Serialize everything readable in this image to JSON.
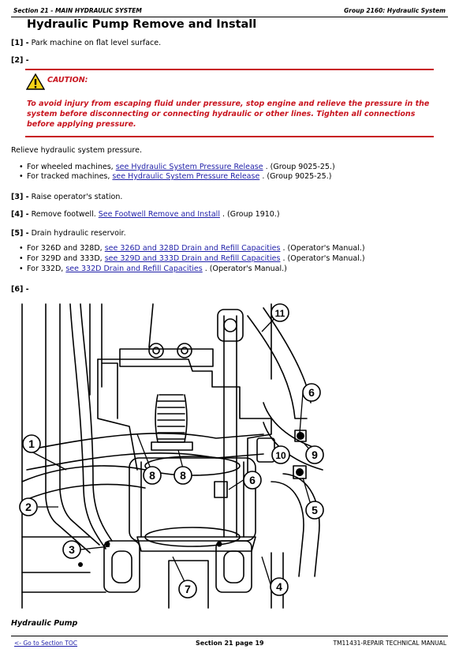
{
  "header": {
    "section": "Section 21 - MAIN HYDRAULIC SYSTEM",
    "group": "Group 2160: Hydraulic System"
  },
  "title": "Hydraulic Pump Remove and Install",
  "steps": {
    "s1": {
      "num": "[1] -",
      "text": " Park machine on flat level surface."
    },
    "s2": {
      "num": "[2] -"
    },
    "s3": {
      "num": "[3] -",
      "text": " Raise operator's station."
    },
    "s4": {
      "num": "[4] -",
      "text": " Remove footwell. ",
      "link": "See Footwell Remove and Install",
      "suffix": " . (Group 1910.)"
    },
    "s5": {
      "num": "[5] -",
      "text": " Drain hydraulic reservoir."
    },
    "s6": {
      "num": "[6] -"
    }
  },
  "caution": {
    "label": "CAUTION:",
    "text": "To avoid injury from escaping fluid under pressure, stop engine and relieve the pressure in the system before disconnecting or connecting hydraulic or other lines. Tighten all connections before applying pressure."
  },
  "relieve": "Relieve hydraulic system pressure.",
  "relieve_items": [
    {
      "pre": "For wheeled machines, ",
      "link": "see Hydraulic System Pressure Release",
      "post": " . (Group 9025-25.)"
    },
    {
      "pre": "For tracked machines, ",
      "link": "see Hydraulic System Pressure Release",
      "post": " . (Group 9025-25.)"
    }
  ],
  "drain_items": [
    {
      "pre": "For 326D and 328D, ",
      "link": "see 326D and 328D Drain and Refill Capacities",
      "post": " . (Operator's Manual.)"
    },
    {
      "pre": "For 329D and 333D, ",
      "link": "see 329D and 333D Drain and Refill Capacities",
      "post": " . (Operator's Manual.)"
    },
    {
      "pre": "For 332D, ",
      "link": "see 332D Drain and Refill Capacities",
      "post": " . (Operator's Manual.)"
    }
  ],
  "callouts": [
    "1",
    "2",
    "3",
    "4",
    "5",
    "6",
    "6",
    "7",
    "8",
    "8",
    "9",
    "10",
    "11"
  ],
  "caption": "Hydraulic Pump",
  "footer": {
    "toc": "<- Go to Section TOC",
    "page": "Section 21 page 19",
    "manual": "TM11431-REPAIR TECHNICAL MANUAL"
  }
}
